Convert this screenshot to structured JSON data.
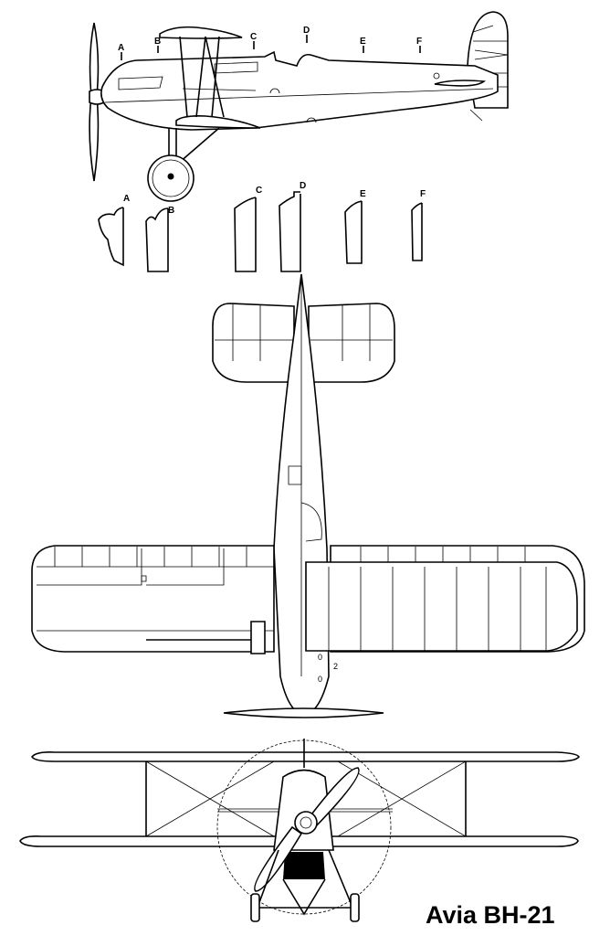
{
  "title": "Avia BH-21",
  "side_view": {
    "station_labels": [
      "A",
      "B",
      "C",
      "D",
      "E",
      "F"
    ]
  },
  "cross_sections": {
    "labels": [
      "A",
      "B",
      "C",
      "D",
      "E",
      "F"
    ]
  },
  "top_view": {
    "markings": [
      "0",
      "0",
      "2"
    ]
  },
  "colors": {
    "line": "#000000",
    "background": "#ffffff"
  }
}
